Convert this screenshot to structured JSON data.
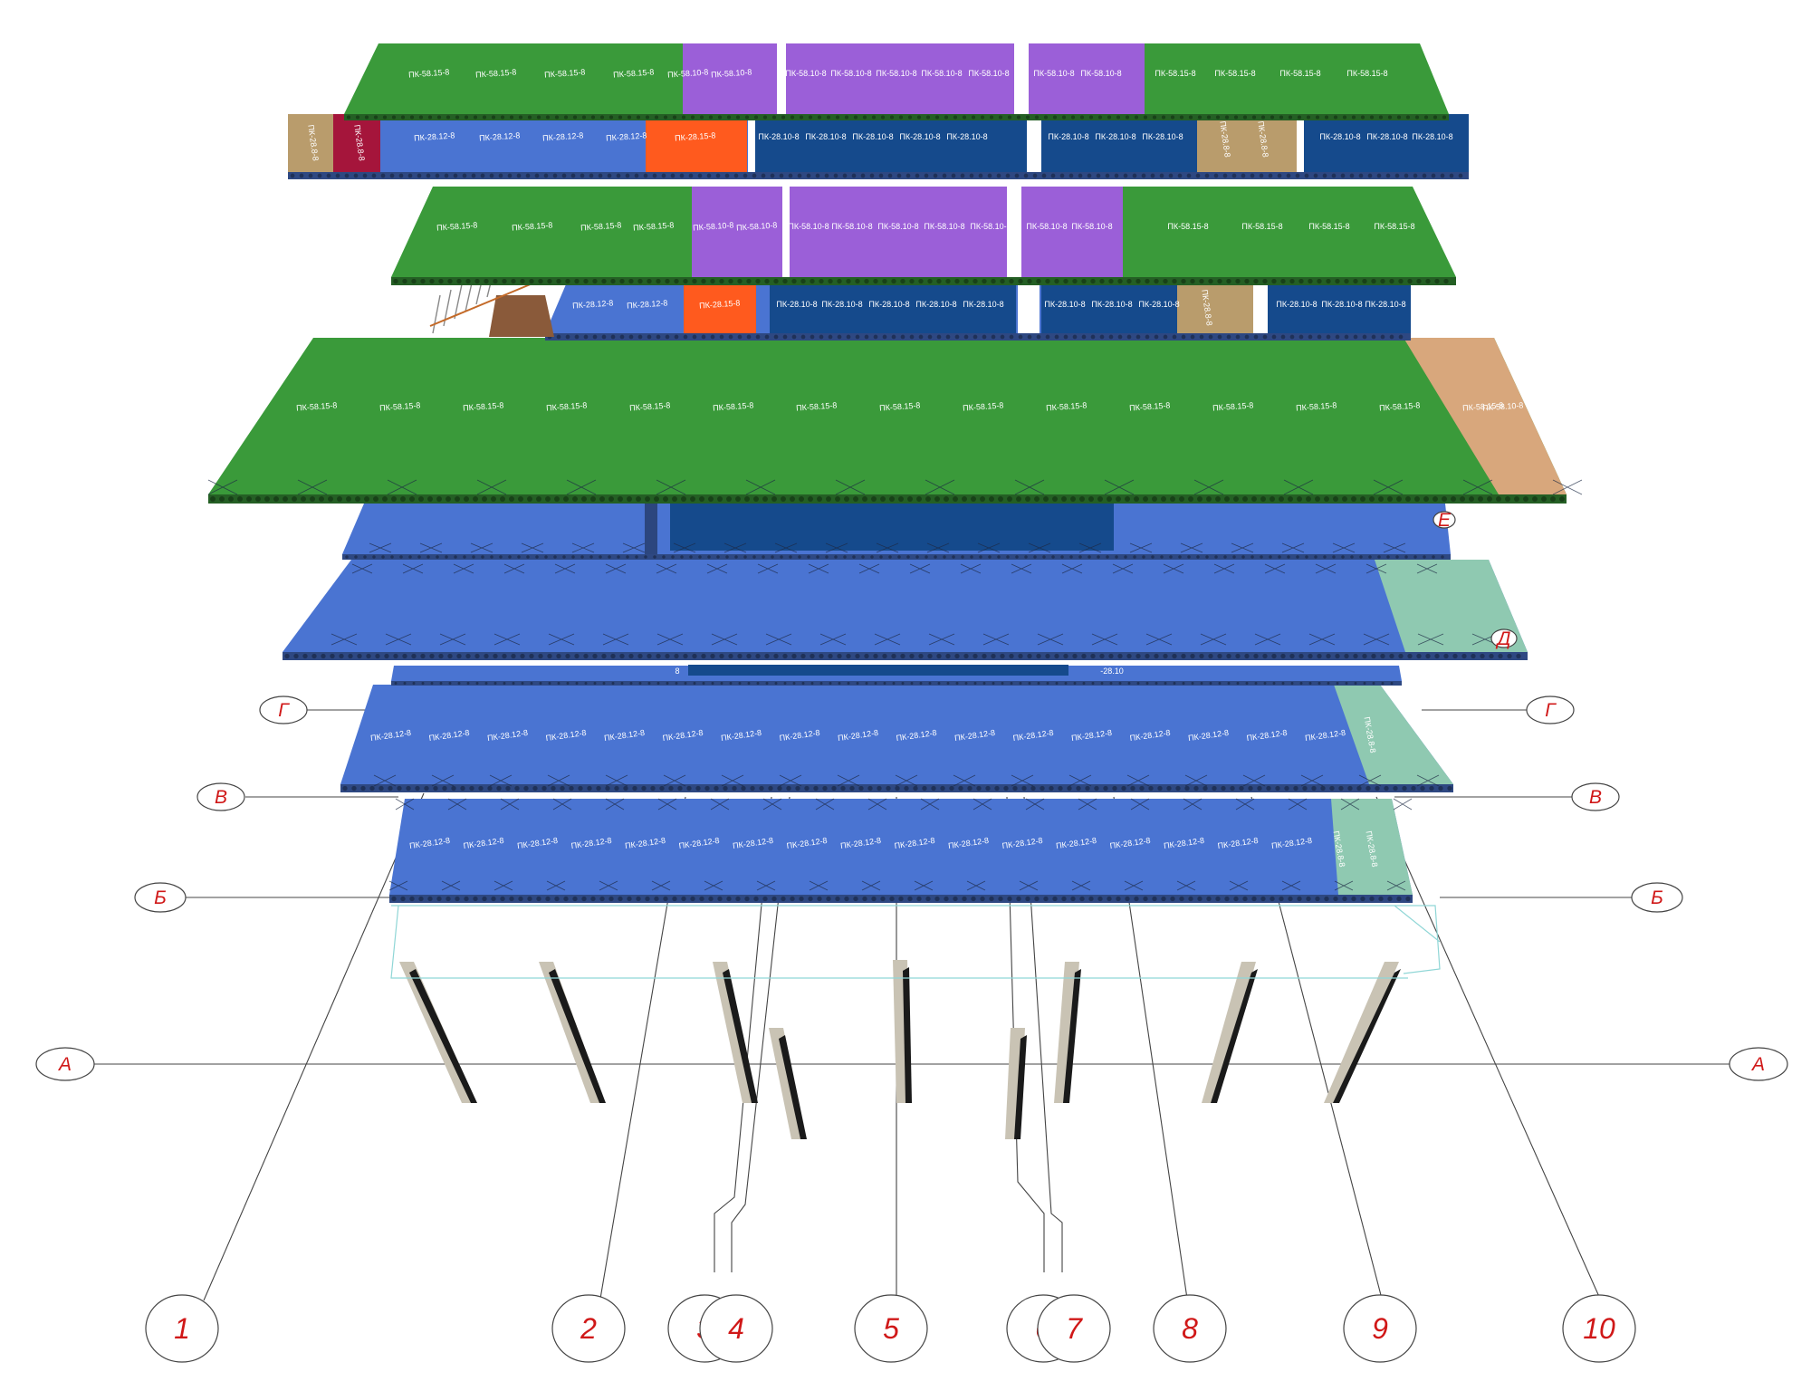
{
  "colors": {
    "green": "#3a9a3a",
    "green_dark": "#256e25",
    "purple": "#9b5fd8",
    "blue": "#4a74d2",
    "blue_dark": "#1f55a0",
    "navy": "#154a8c",
    "orange": "#ff5a1e",
    "tan": "#b99c6c",
    "crimson": "#a5153b",
    "teal": "#8fc9b1",
    "peach": "#d8a77c",
    "axis_red": "#d01818",
    "line": "#444444",
    "column": "#1a1a1a",
    "column_face": "#c9c3b4"
  },
  "slab_labels": {
    "pk_58_15": "ПК-58.15-8",
    "pk_58_10": "ПК-58.10-8",
    "pk_28_12": "ПК-28.12-8",
    "pk_28_10": "ПК-28.10-8",
    "pk_28_15": "ПК-28.15-8",
    "pk_28_8": "ПК-28.8-8",
    "fragment": "-28.10",
    "fragment_b": "8"
  },
  "row_axes": {
    "a": "А",
    "b": "Б",
    "v": "В",
    "g": "Г",
    "d": "Д",
    "e": "Е"
  },
  "col_axes": {
    "c1": "1",
    "c2": "2",
    "c3": "3",
    "c4": "4",
    "c5": "5",
    "c6": "6",
    "c7": "7",
    "c8": "8",
    "c9": "9",
    "c10": "10"
  }
}
